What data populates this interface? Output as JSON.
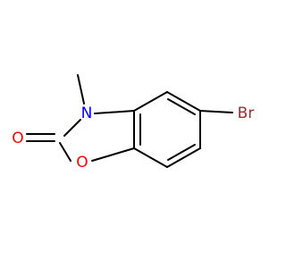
{
  "molecule": {
    "atoms": {
      "n": {
        "symbol": "N",
        "color": "#0000ff"
      },
      "o_ring": {
        "symbol": "O",
        "color": "#ff0000"
      },
      "o_carbonyl": {
        "symbol": "O",
        "color": "#ff0000"
      },
      "br": {
        "symbol": "Br",
        "color": "#a52a2a"
      }
    },
    "bond_color": "#000000"
  }
}
